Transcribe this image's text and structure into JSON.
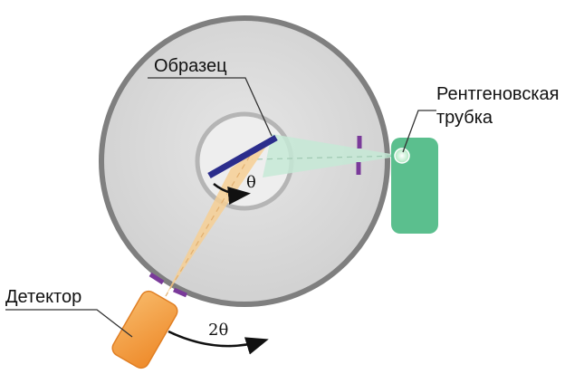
{
  "labels": {
    "sample": "Образец",
    "tube_line1": "Рентгеновская",
    "tube_line2": "трубка",
    "detector": "Детектор",
    "theta": "θ",
    "two_theta": "2θ"
  },
  "colors": {
    "disk_fill": "#d9d9d9",
    "disk_border": "#7f7f7f",
    "inner_ring": "#b8b8b8",
    "sample_plate": "#2b2d8c",
    "tube": "#5bbf8e",
    "tube_spot": "#e8fbe9",
    "incident_beam": "#c6e9d6",
    "diffracted_beam": "#f6cf94",
    "detector_body": "#f39a3b",
    "slit": "#7a3a9a",
    "arrow": "#111111"
  }
}
